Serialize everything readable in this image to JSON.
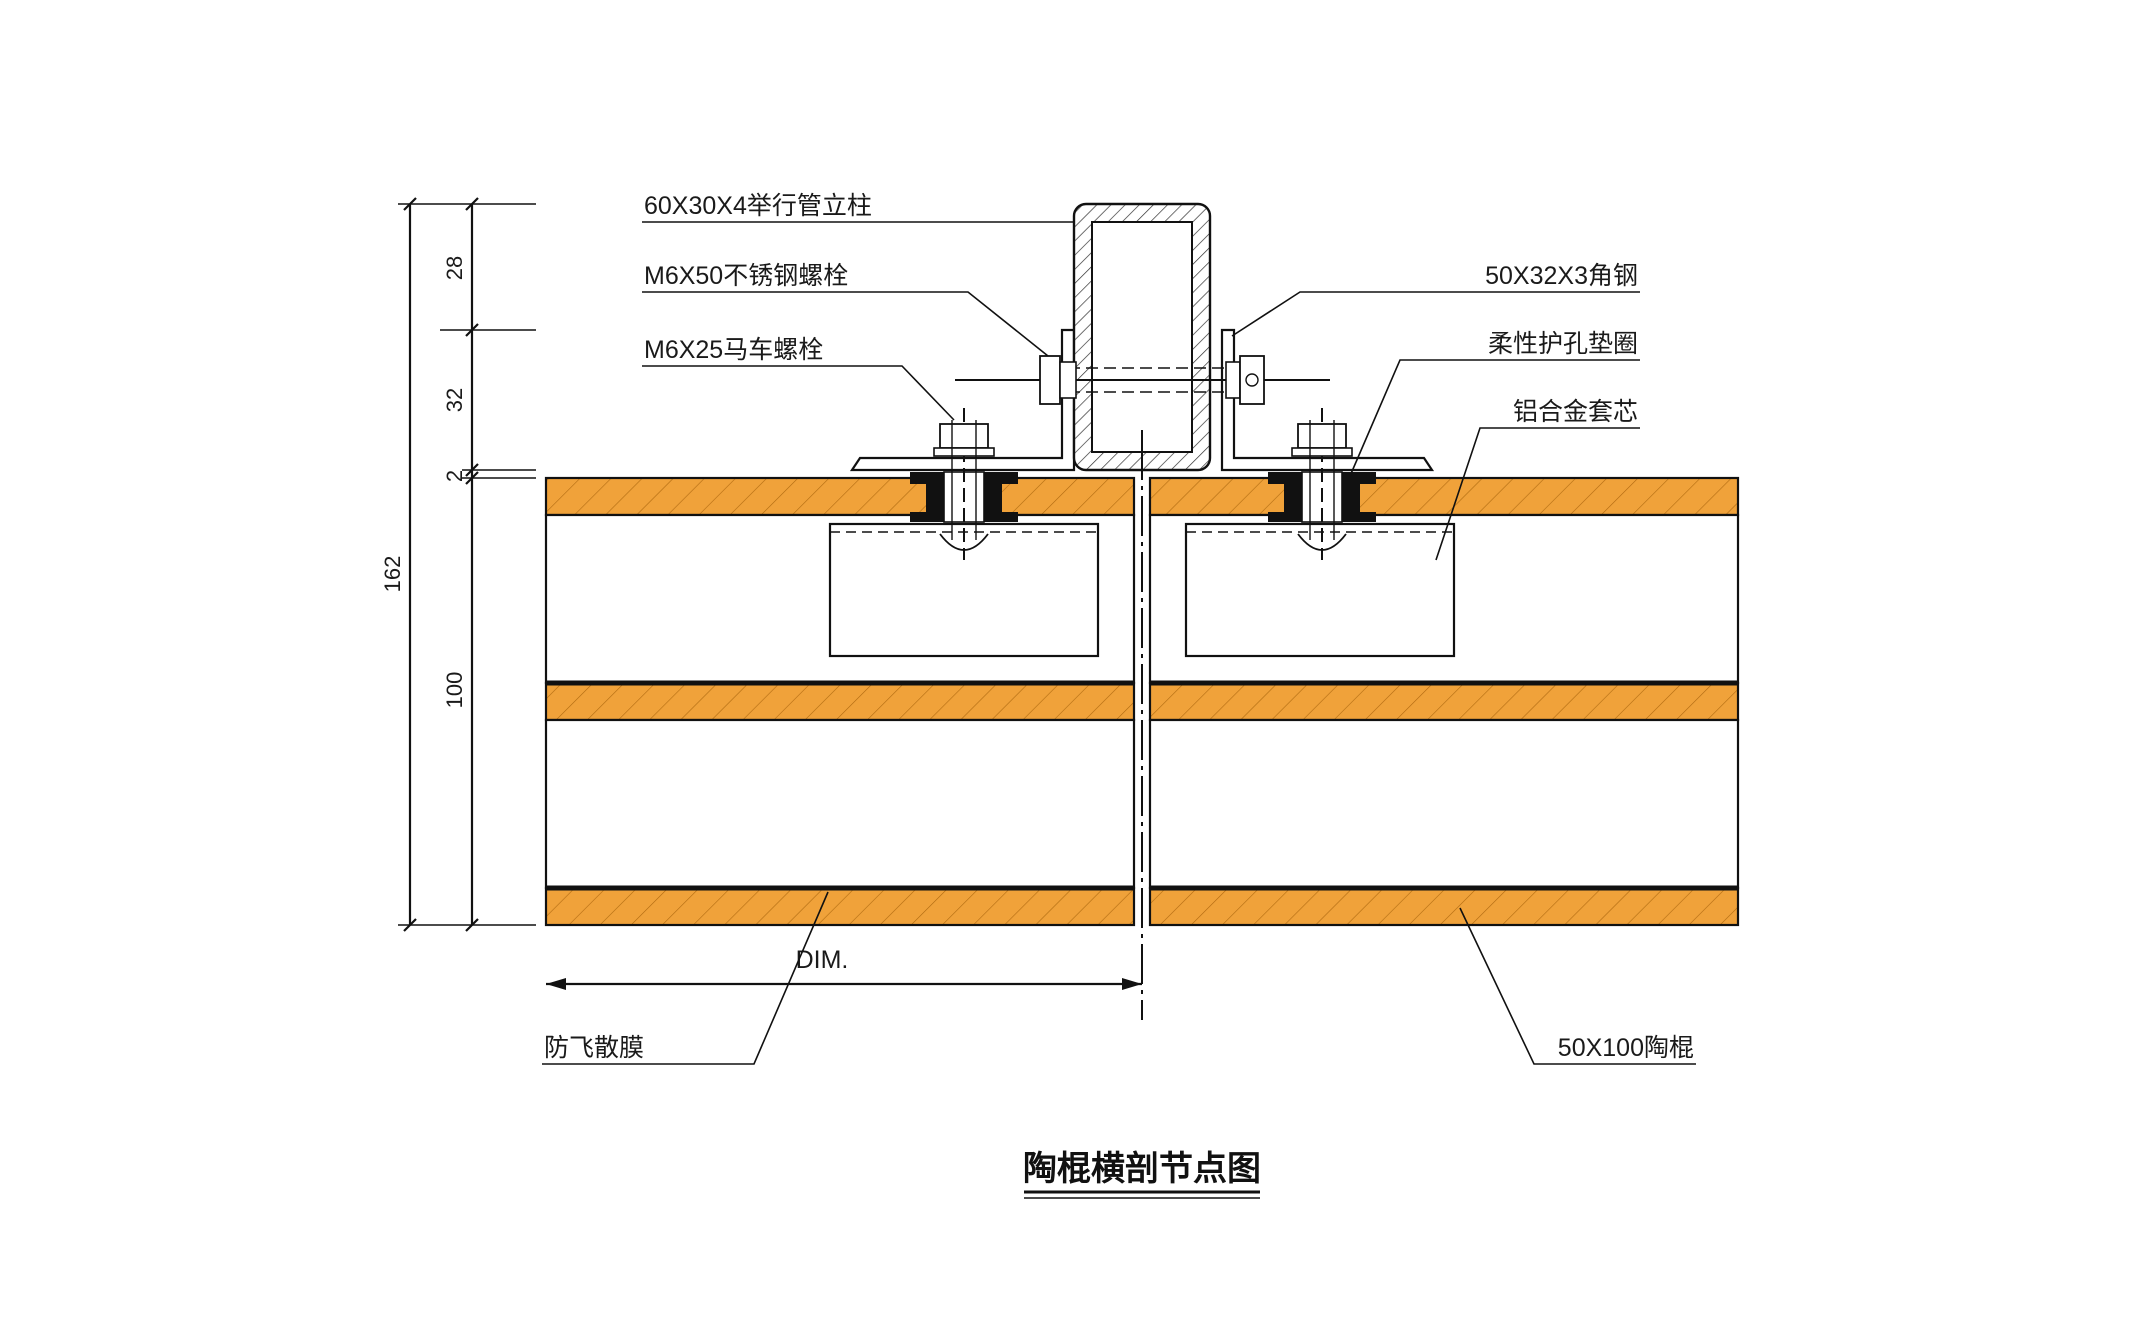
{
  "title": "陶棍横剖节点图",
  "labels": {
    "tube_post": "60X30X4举行管立柱",
    "ss_bolt": "M6X50不锈钢螺栓",
    "carriage_bolt": "M6X25马车螺栓",
    "angle_steel": "50X32X3角钢",
    "grommet": "柔性护孔垫圈",
    "alu_core": "铝合金套芯",
    "film": "防飞散膜",
    "terracotta_rod": "50X100陶棍",
    "dim": "DIM."
  },
  "dimensions": {
    "d28": "28",
    "d32": "32",
    "d2": "2",
    "d100": "100",
    "d162": "162"
  },
  "colors": {
    "terracotta": "#f0a23a",
    "line": "#111111",
    "steel_hatch": "#555555"
  }
}
